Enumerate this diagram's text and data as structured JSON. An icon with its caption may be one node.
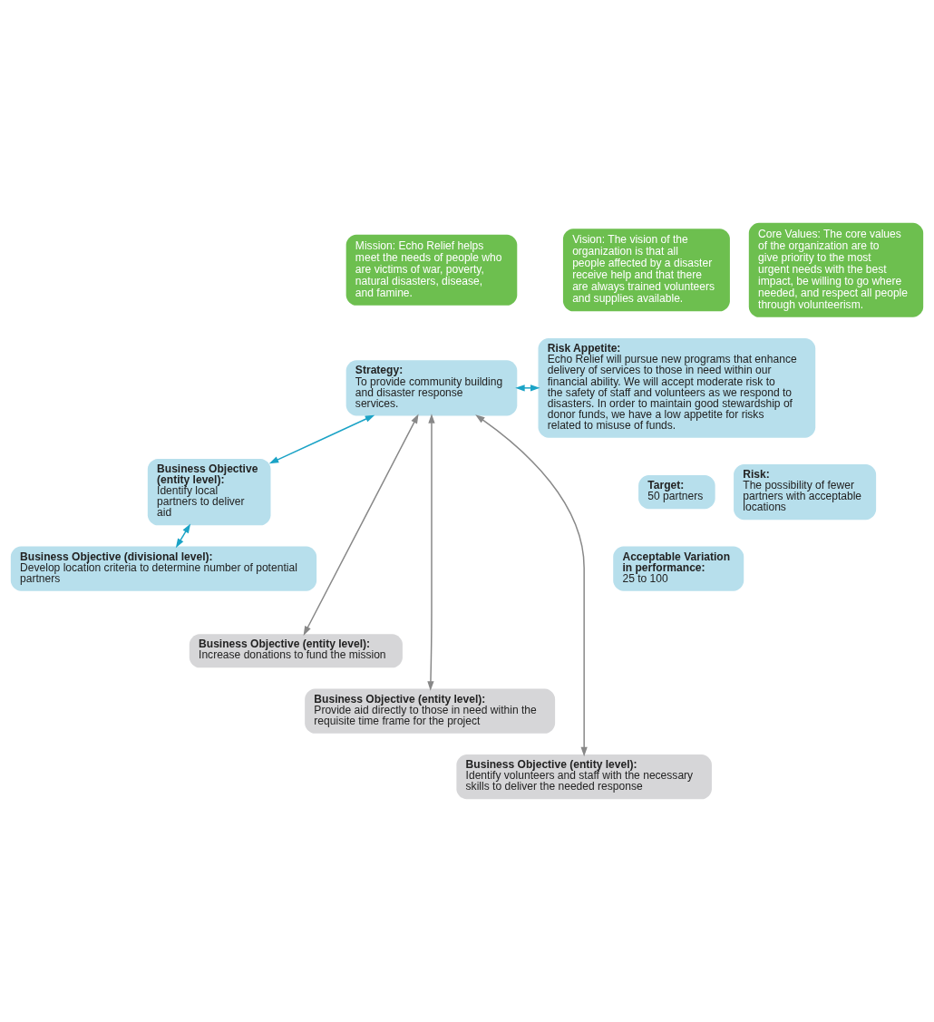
{
  "diagram": {
    "nodes": [
      {
        "text": [
          "Mission: Echo Relief helps meet the needs of people who are victims of war, poverty, natural disasters, disease, and famine."
        ]
      },
      {
        "text": [
          "Vision: The vision of the organization is that all people affected by a disaster receive help and that there are always trained volunteers and supplies available."
        ]
      },
      {
        "text": [
          "Core Values: The core values of the organization are to give priority to the most urgent needs with the best impact, be willing to go where needed, and respect all people through volunteerism."
        ]
      },
      {
        "text": [
          "Strategy:",
          "To provide community building and disaster response services."
        ]
      },
      {
        "text": [
          "Risk Appetite:",
          "Echo Relief will pursue new programs that enhance delivery of services to those in need within our financial ability. We will accept moderate risk to the safety of staff and volunteers as we respond to disasters. In order to maintain good stewardship of donor funds, we have a low appetite for risks related to misuse of funds."
        ]
      },
      {
        "text": [
          "Business Objective (entity level):",
          "Identify local partners to deliver aid"
        ]
      },
      {
        "text": [
          "Target:",
          "50 partners"
        ]
      },
      {
        "text": [
          "Acceptable Variation in performance:",
          "25 to 100"
        ]
      },
      {
        "text": [
          "Risk:",
          "The possibility of fewer partners with acceptable locations"
        ]
      },
      {
        "text": [
          "Business Objective (divisional level):",
          "Develop location criteria to determine number of potential partners"
        ]
      },
      {
        "text": [
          "Business Objective (entity level):",
          "Increase donations to fund the mission"
        ]
      },
      {
        "text": [
          "Business Objective (entity level):",
          "Provide aid directly to those in need within the requisite time frame for the project"
        ]
      },
      {
        "text": [
          "Business Objective (entity level):",
          "Identify volunteers and staff with the necessary skills to deliver the needed response"
        ]
      }
    ],
    "edges": [
      {
        "from": 3,
        "to": 4,
        "arrow": "both",
        "color": "#1ba3c6"
      },
      {
        "from": 3,
        "to": 5,
        "arrow": "both",
        "color": "#1ba3c6"
      },
      {
        "from": 5,
        "to": 9,
        "arrow": "both",
        "color": "#1ba3c6"
      },
      {
        "from": 3,
        "to": 10,
        "arrow": "both",
        "color": "#888888"
      },
      {
        "from": 3,
        "to": 11,
        "arrow": "both",
        "color": "#888888"
      },
      {
        "from": 3,
        "to": 12,
        "arrow": "both",
        "color": "#888888"
      }
    ]
  }
}
